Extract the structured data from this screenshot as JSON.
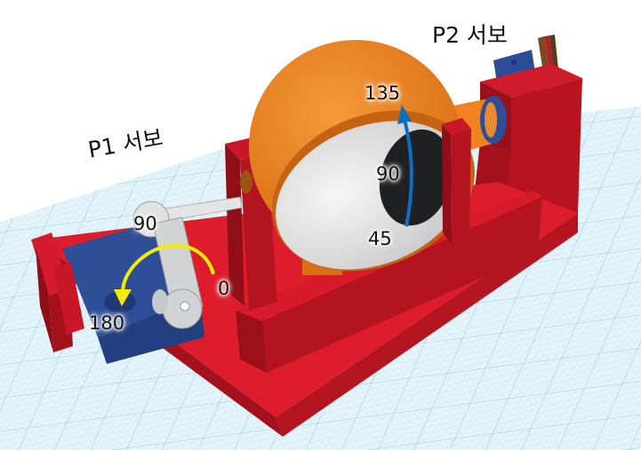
{
  "labels": {
    "p1_servo": "P1 서보",
    "p2_servo": "P2 서보"
  },
  "p1_angles": {
    "a0": "0",
    "a90": "90",
    "a180": "180",
    "arrow_color": "#f5ec00"
  },
  "p2_angles": {
    "a45": "45",
    "a90": "90",
    "a135": "135",
    "arrow_color": "#0b6fc0"
  },
  "colors": {
    "grid_bg": "#d6eef6",
    "grid_line": "#9fd0e2",
    "base_red": "#d91c2b",
    "base_red_dark": "#a4111c",
    "servo_blue": "#2e4f98",
    "eye_orange": "#ee8320",
    "eye_white": "#e9e9ea",
    "pupil": "#1f2022",
    "arm_gray": "#d2d3d4"
  }
}
